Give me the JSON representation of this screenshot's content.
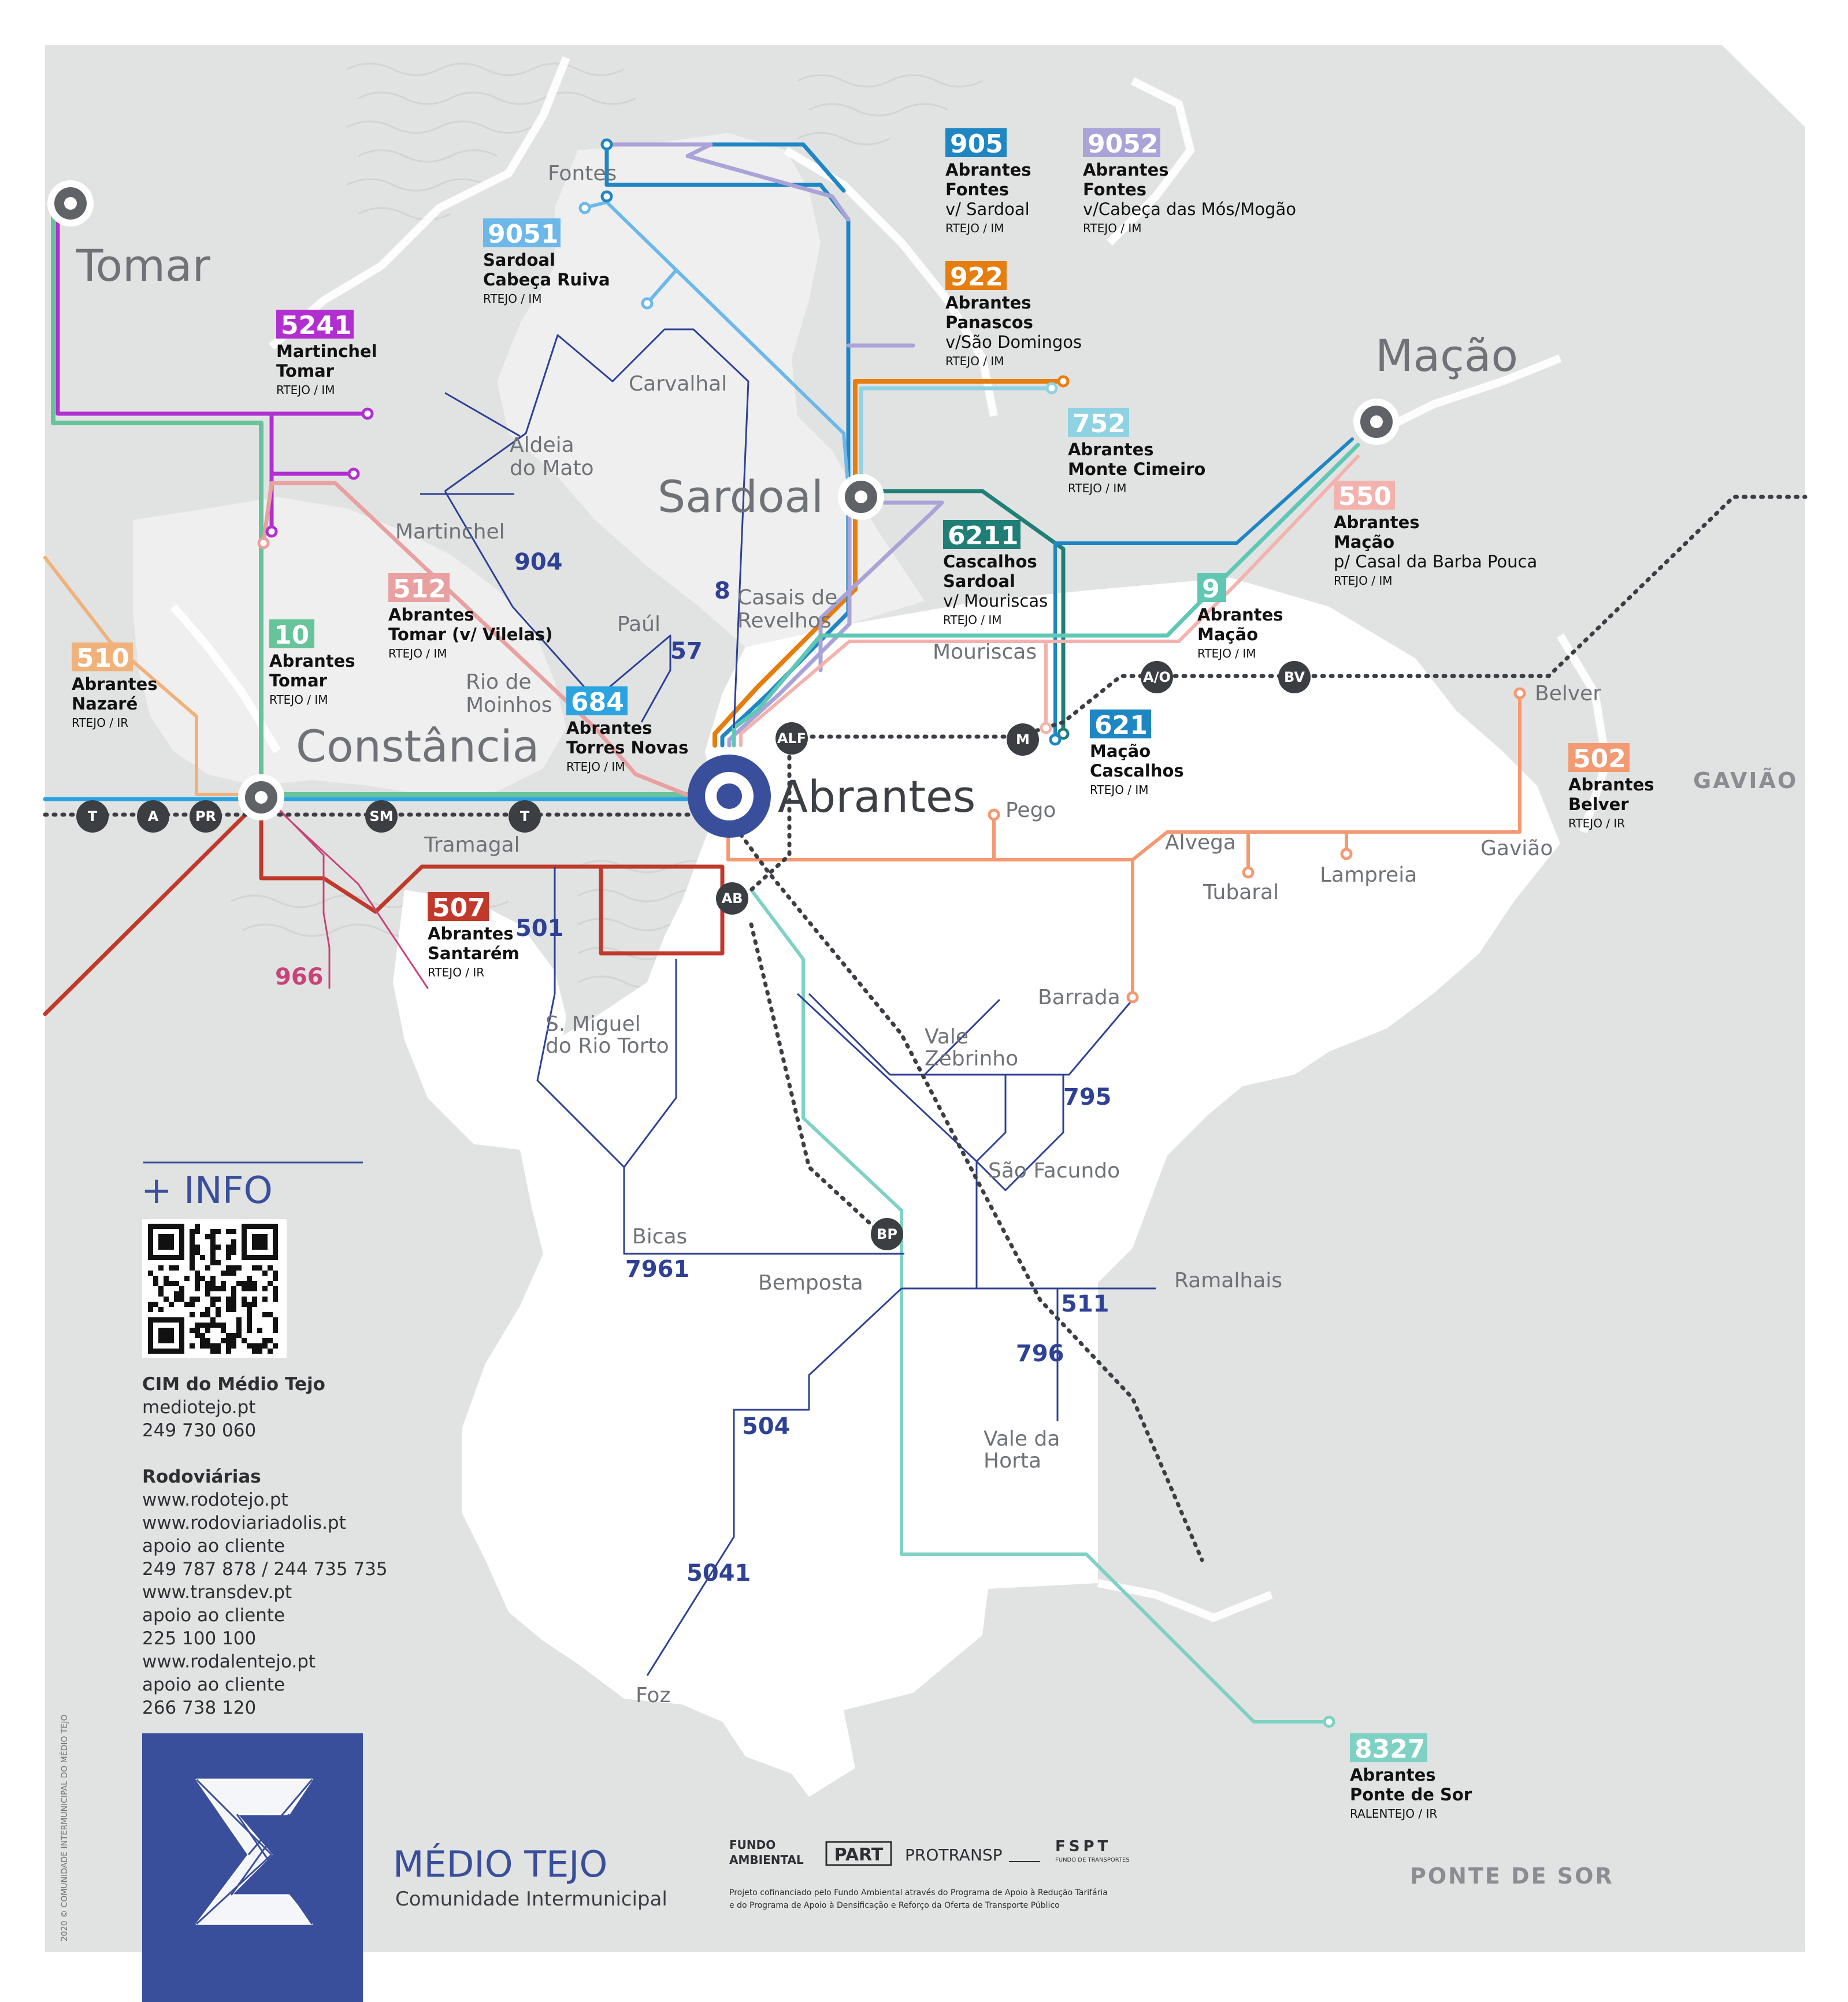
{
  "municipalities": {
    "tomar": "Tomar",
    "macao": "Mação",
    "sardoal": "Sardoal",
    "constancia": "Constância",
    "abrantes": "Abrantes"
  },
  "regions": {
    "gaviao": "GAVIÃO",
    "ponte_de_sor": "PONTE DE SOR"
  },
  "places": {
    "fontes": "Fontes",
    "carvalhal": "Carvalhal",
    "aldeia_1": "Aldeia",
    "aldeia_2": "do Mato",
    "martinchel": "Martinchel",
    "casais_1": "Casais de",
    "casais_2": "Revelhos",
    "paul": "Paúl",
    "mouriscas": "Mouriscas",
    "rio_1": "Rio de",
    "rio_2": "Moinhos",
    "belver": "Belver",
    "pego": "Pego",
    "tramagal": "Tramagal",
    "alvega": "Alvega",
    "gaviao": "Gavião",
    "tubaral": "Tubaral",
    "lampreia": "Lampreia",
    "barrada": "Barrada",
    "smiguel_1": "S. Miguel",
    "smiguel_2": "do Rio Torto",
    "vale_zeb_1": "Vale",
    "vale_zeb_2": "Zebrinho",
    "sao_facundo": "São Facundo",
    "bicas": "Bicas",
    "bemposta": "Bemposta",
    "ramalhais": "Ramalhais",
    "vale_horta_1": "Vale da",
    "vale_horta_2": "Horta",
    "foz": "Foz"
  },
  "routes": [
    {
      "id": "905",
      "number": "905",
      "color": "#1f86c4",
      "line1": "Abrantes",
      "line2": "Fontes",
      "via": "v/ Sardoal",
      "operator": "RTEJO / IM"
    },
    {
      "id": "9052",
      "number": "9052",
      "color": "#a9a3d8",
      "line1": "Abrantes",
      "line2": "Fontes",
      "via": "v/Cabeça das Mós/Mogão",
      "operator": "RTEJO / IM"
    },
    {
      "id": "9051",
      "number": "9051",
      "color": "#6cb8ea",
      "line1": "Sardoal",
      "line2": "Cabeça Ruiva",
      "via": "",
      "operator": "RTEJO / IM"
    },
    {
      "id": "922",
      "number": "922",
      "color": "#e67e0f",
      "line1": "Abrantes",
      "line2": "Panascos",
      "via": "v/São Domingos",
      "operator": "RTEJO / IM"
    },
    {
      "id": "5241",
      "number": "5241",
      "color": "#b12fd1",
      "line1": "Martinchel",
      "line2": "Tomar",
      "via": "",
      "operator": "RTEJO / IM"
    },
    {
      "id": "752",
      "number": "752",
      "color": "#8fd3e3",
      "line1": "Abrantes",
      "line2": "Monte Cimeiro",
      "via": "",
      "operator": "RTEJO / IM"
    },
    {
      "id": "550",
      "number": "550",
      "color": "#f3b2ad",
      "line1": "Abrantes",
      "line2": "Mação",
      "via": "p/ Casal da Barba Pouca",
      "operator": "RTEJO / IM"
    },
    {
      "id": "6211",
      "number": "6211",
      "color": "#1f7f76",
      "line1": "Cascalhos",
      "line2": "Sardoal",
      "via": "v/ Mouriscas",
      "operator": "RTEJO / IM"
    },
    {
      "id": "512",
      "number": "512",
      "color": "#e8a0a0",
      "line1": "Abrantes",
      "line2": "Tomar",
      "line2_suffix": " (v/ Vilelas)",
      "via": "",
      "operator": "RTEJO / IM"
    },
    {
      "id": "9",
      "number": "9",
      "color": "#5fc7b4",
      "line1": "Abrantes",
      "line2": "Mação",
      "via": "",
      "operator": "RTEJO / IM"
    },
    {
      "id": "10",
      "number": "10",
      "color": "#67c39a",
      "line1": "Abrantes",
      "line2": "Tomar",
      "via": "",
      "operator": "RTEJO / IM"
    },
    {
      "id": "510",
      "number": "510",
      "color": "#f0b27a",
      "line1": "Abrantes",
      "line2": "Nazaré",
      "via": "",
      "operator": "RTEJO / IR"
    },
    {
      "id": "684",
      "number": "684",
      "color": "#2aa3e0",
      "line1": "Abrantes",
      "line2": "Torres Novas",
      "via": "",
      "operator": "RTEJO / IM"
    },
    {
      "id": "621",
      "number": "621",
      "color": "#1f86c4",
      "line1": "Mação",
      "line2": "Cascalhos",
      "via": "",
      "operator": "RTEJO / IM"
    },
    {
      "id": "502",
      "number": "502",
      "color": "#f39a73",
      "line1": "Abrantes",
      "line2": "Belver",
      "via": "",
      "operator": "RTEJO / IR"
    },
    {
      "id": "507",
      "number": "507",
      "color": "#c0392b",
      "line1": "Abrantes",
      "line2": "Santarém",
      "via": "",
      "operator": "RTEJO / IR"
    },
    {
      "id": "8327",
      "number": "8327",
      "color": "#7fd1c4",
      "line1": "Abrantes",
      "line2": "Ponte de Sor",
      "via": "",
      "operator": "RALENTEJO / IR"
    }
  ],
  "school_lines": {
    "n904": "904",
    "n8": "8",
    "n57": "57",
    "n501": "501",
    "n966": "966",
    "n795": "795",
    "n7961": "7961",
    "n511": "511",
    "n796": "796",
    "n504": "504",
    "n5041": "5041"
  },
  "stations": {
    "t1": "T",
    "a": "A",
    "pr": "PR",
    "sm": "SM",
    "t2": "T",
    "alf": "ALF",
    "m": "M",
    "ao": "A/O",
    "bv": "BV",
    "ab": "AB",
    "bp": "BP"
  },
  "info": {
    "heading": "+ INFO",
    "cim_title": "CIM do Médio Tejo",
    "cim_site": "mediotejo.pt",
    "cim_phone": "249 730 060",
    "rodo_title": "Rodoviárias",
    "l1": "www.rodotejo.pt",
    "l2": "www.rodoviariadolis.pt",
    "l3": "apoio ao cliente",
    "l4": "249 787 878 / 244 735 735",
    "l5": "www.transdev.pt",
    "l6": "apoio ao cliente",
    "l7": "225 100 100",
    "l8": "www.rodalentejo.pt",
    "l9": "apoio ao cliente",
    "l10": "266 738 120"
  },
  "footer": {
    "brand_1": "MÉDIO TEJO",
    "brand_2": "Comunidade Intermunicipal",
    "copyright": "2020 © COMUNIDADE INTERMUNICIPAL DO MÉDIO TEJO",
    "logo_fundo_1": "FUNDO",
    "logo_fundo_2": "AMBIENTAL",
    "logo_part": "PART",
    "logo_protransp": "PROTRANSP",
    "logo_fspt": "FSPT",
    "logo_fspt_sub": "FUNDO DE TRANSPORTES",
    "note_1": "Projeto cofinanciado pelo Fundo Ambiental através do Programa de Apoio à Redução Tarifária",
    "note_2": "e do Programa de Apoio à Densificação e Reforço da Oferta de Transporte Público"
  },
  "colors": {
    "background": "#e1e3e2",
    "land": "#ffffff",
    "school": "#2f4194",
    "brand": "#3a4f9b"
  }
}
